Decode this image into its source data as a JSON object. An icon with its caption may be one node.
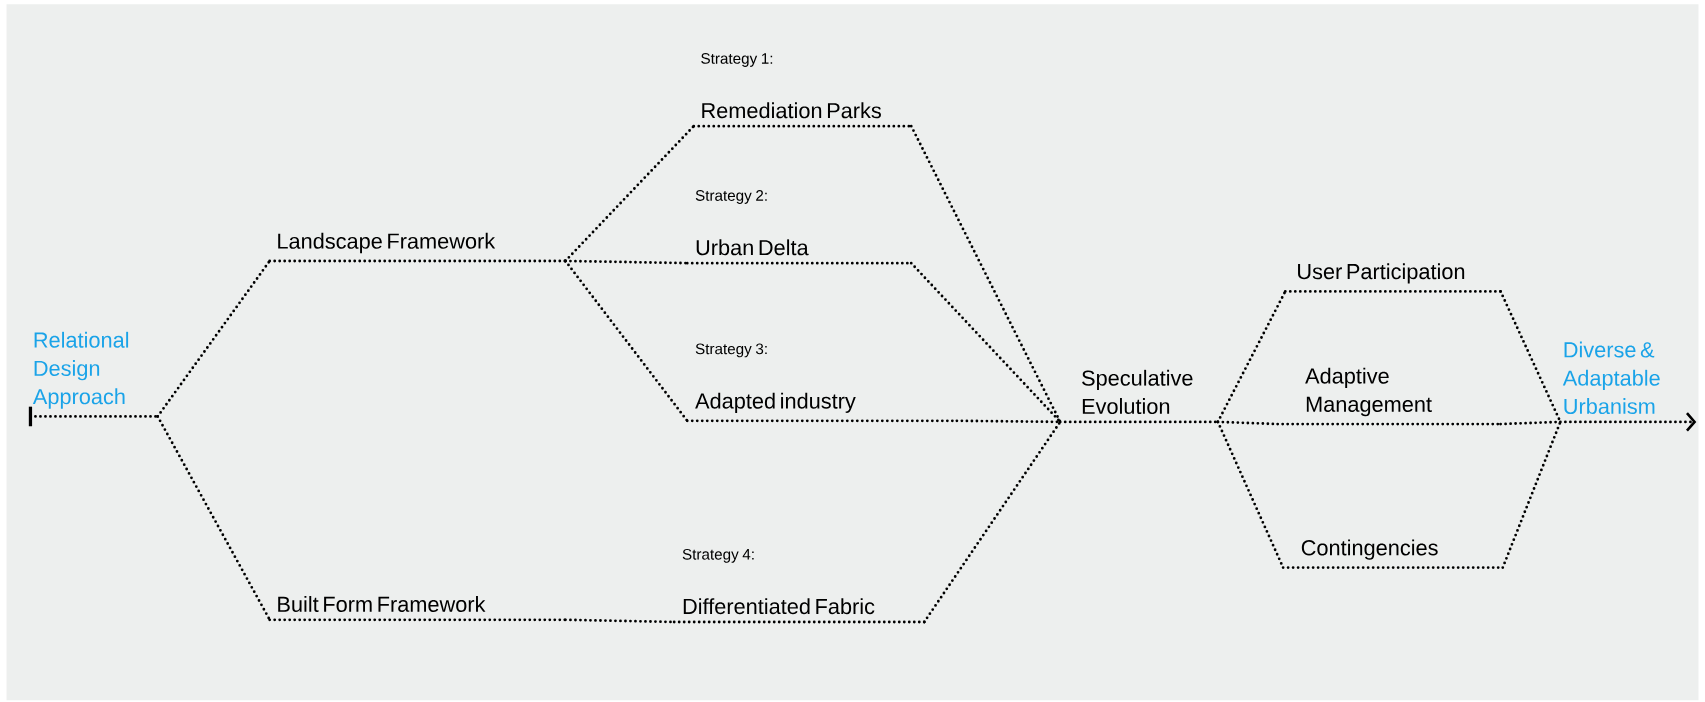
{
  "diagram": {
    "nodes": [
      {
        "text": [
          "Relational Design Approach"
        ]
      },
      {
        "text": [
          "Landscape Framework"
        ]
      },
      {
        "text": [
          "Built Form Framework"
        ]
      },
      {
        "text": [
          "Strategy 1:",
          "Remediation Parks"
        ]
      },
      {
        "text": [
          "Strategy 2:",
          "Urban Delta"
        ]
      },
      {
        "text": [
          "Strategy 3:",
          "Adapted industry"
        ]
      },
      {
        "text": [
          "Strategy 4:",
          "Differentiated Fabric"
        ]
      },
      {
        "text": [
          "Speculative Evolution"
        ]
      },
      {
        "text": [
          "User Participation"
        ]
      },
      {
        "text": [
          "Adaptive Management"
        ]
      },
      {
        "text": [
          "Contingencies"
        ]
      },
      {
        "text": [
          "Diverse & Adaptable Urbanism"
        ]
      }
    ],
    "edges": [
      {
        "from": null,
        "to": 0,
        "arrow": "none",
        "style": "dashed"
      },
      {
        "from": 0,
        "to": 1,
        "arrow": "none",
        "style": "dashed"
      },
      {
        "from": 0,
        "to": 2,
        "arrow": "none",
        "style": "dashed"
      },
      {
        "from": 1,
        "to": 3,
        "arrow": "none",
        "style": "dashed"
      },
      {
        "from": 1,
        "to": 4,
        "arrow": "none",
        "style": "dashed"
      },
      {
        "from": 1,
        "to": 5,
        "arrow": "none",
        "style": "dashed"
      },
      {
        "from": 2,
        "to": 6,
        "arrow": "none",
        "style": "dashed"
      },
      {
        "from": 3,
        "to": 7,
        "arrow": "none",
        "style": "dashed"
      },
      {
        "from": 4,
        "to": 7,
        "arrow": "none",
        "style": "dashed"
      },
      {
        "from": 5,
        "to": 7,
        "arrow": "none",
        "style": "dashed"
      },
      {
        "from": 6,
        "to": 7,
        "arrow": "none",
        "style": "dashed"
      },
      {
        "from": 7,
        "to": 8,
        "arrow": "none",
        "style": "dashed"
      },
      {
        "from": 7,
        "to": 9,
        "arrow": "none",
        "style": "dashed"
      },
      {
        "from": 7,
        "to": 10,
        "arrow": "none",
        "style": "dashed"
      },
      {
        "from": 8,
        "to": 11,
        "arrow": "none",
        "style": "dashed"
      },
      {
        "from": 9,
        "to": 11,
        "arrow": "none",
        "style": "dashed"
      },
      {
        "from": 10,
        "to": 11,
        "arrow": "none",
        "style": "dashed"
      },
      {
        "from": 11,
        "to": null,
        "arrow": "to",
        "style": "dashed"
      }
    ]
  }
}
